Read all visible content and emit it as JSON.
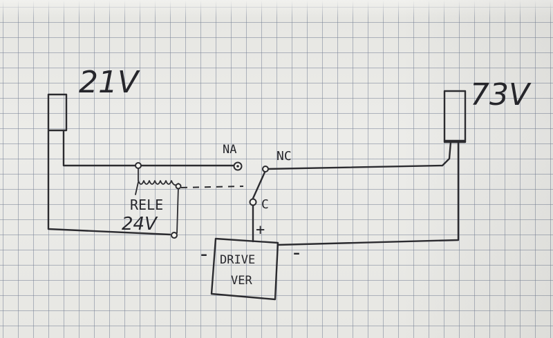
{
  "labels": {
    "voltage_left": "21V",
    "voltage_right": "73V",
    "contact_na": "NA",
    "contact_nc": "NC",
    "contact_c": "C",
    "relay_line1": "RELE",
    "relay_line2": "24V",
    "driver_line1": "DRIVE",
    "driver_line2": "VER",
    "plus": "+",
    "minus_left": "-",
    "minus_right": "-"
  }
}
